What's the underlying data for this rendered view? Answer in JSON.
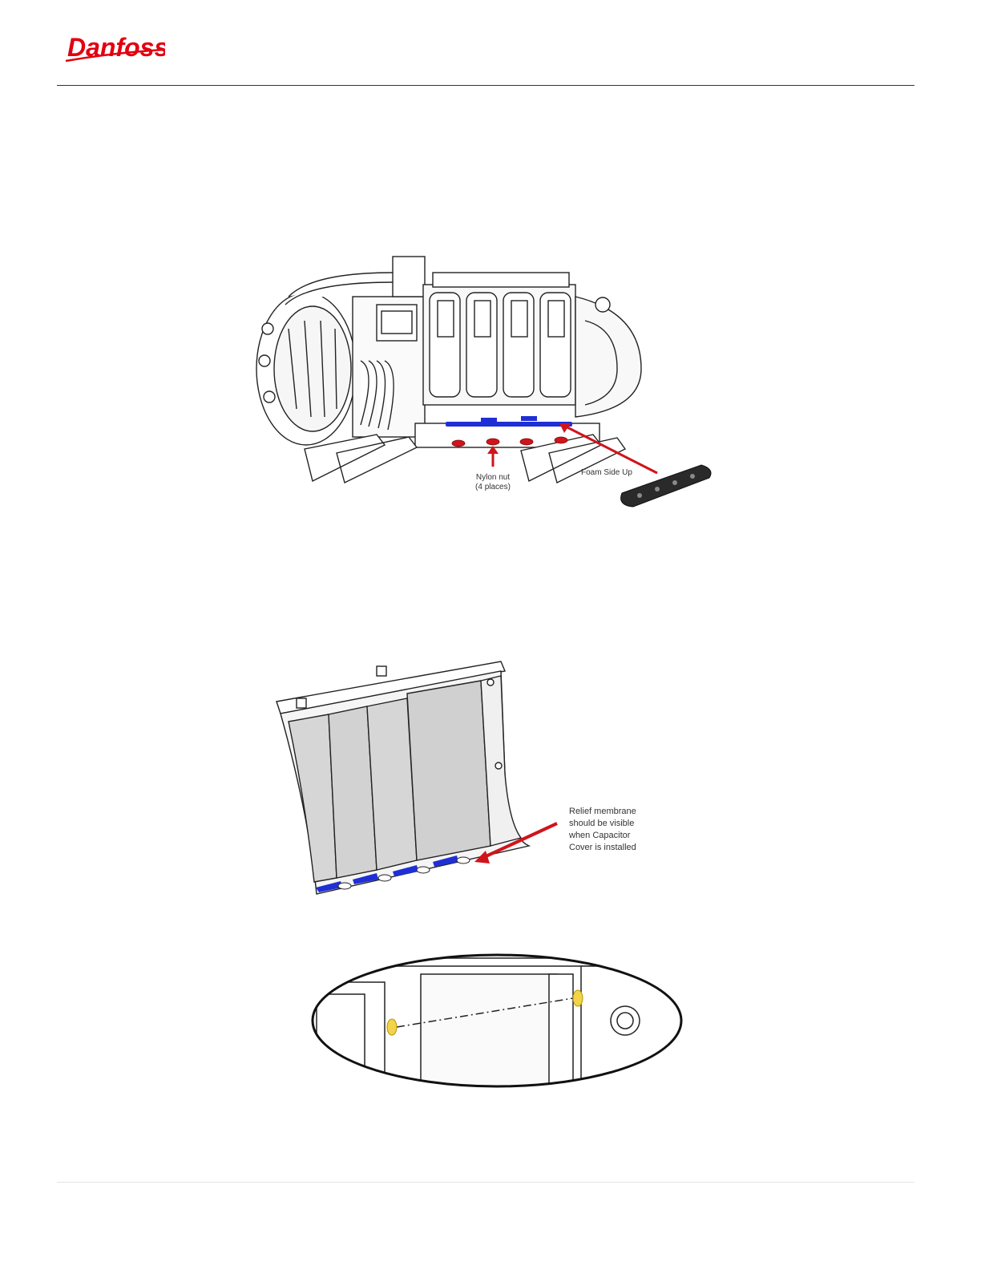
{
  "header": {
    "brand": "Danfoss",
    "brand_color": "#e2000f"
  },
  "figure1": {
    "label_nut_line1": "Nylon nut",
    "label_nut_line2": "(4 places)",
    "label_foam": "Foam Side Up"
  },
  "figure2": {
    "label_line1": "Relief membrane",
    "label_line2": "should be visible",
    "label_line3": "when Capacitor",
    "label_line4": "Cover is installed"
  },
  "colors": {
    "accent_red": "#d0141b",
    "accent_blue": "#1f2fd6",
    "accent_yellow": "#f2d34a"
  }
}
